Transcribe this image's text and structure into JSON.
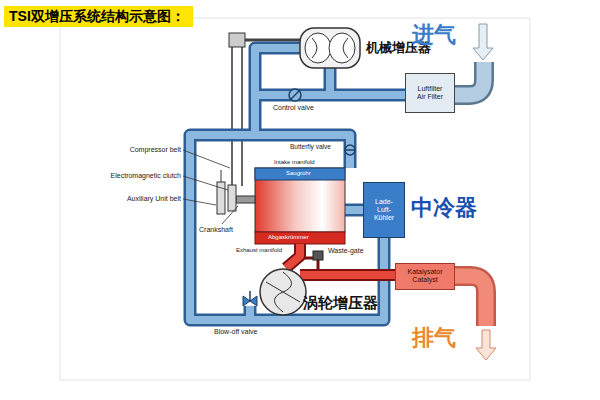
{
  "diagram": {
    "title": "TSI双增压系统结构示意图：",
    "nodes": [
      {
        "text": [
          "Luftfilter",
          "Air Filter"
        ]
      },
      {
        "text": [
          "Lade- Luft- Kühler"
        ]
      },
      {
        "text": [
          "Katalysator",
          "Catalyst"
        ]
      }
    ],
    "labels": [
      "机械增压器",
      "进气",
      "Compressor belt",
      "Control valve",
      "Butterfly valve",
      "Intake manifold",
      "Saugrohr",
      "Electromagnetic clutch",
      "Auxiliary Unit belt",
      "Crankshaft",
      "中冷器",
      "Abgaskrümmer",
      "Exhaust manifold",
      "Waste-gate",
      "Blow-off valve",
      "涡轮增压器",
      "排气"
    ]
  }
}
